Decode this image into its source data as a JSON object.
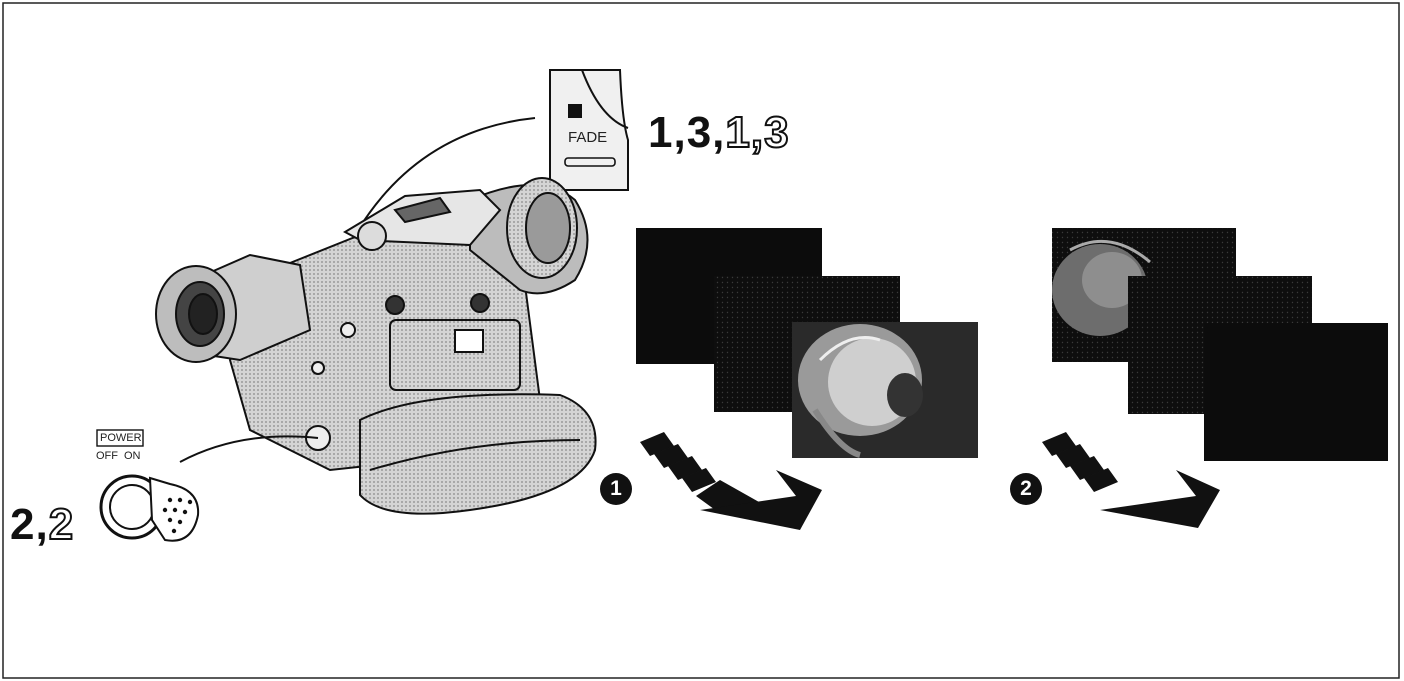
{
  "labels": {
    "fade_steps_a": "1,3,",
    "fade_steps_b": "1,3",
    "power_steps_a": "2,",
    "power_steps_b": "2",
    "fade_button": "FADE",
    "power": "POWER",
    "off": "OFF",
    "on": "ON",
    "marker_1": "1",
    "marker_2": "2"
  },
  "colors": {
    "ink": "#111111",
    "screen": "#0d0d0d",
    "camera": "#c8c8c8"
  }
}
